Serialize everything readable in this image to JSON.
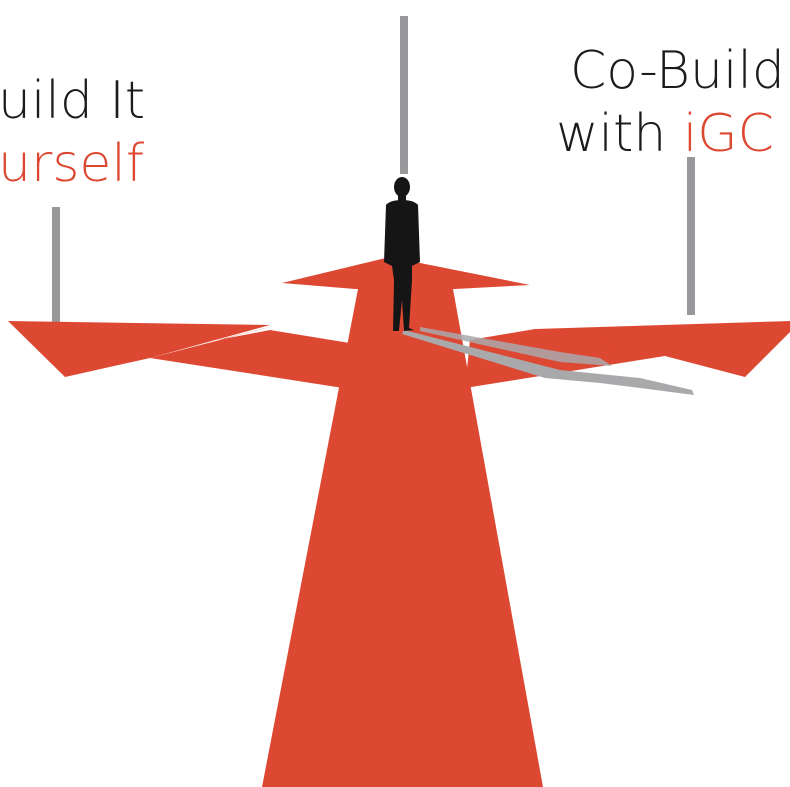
{
  "colors": {
    "arrow": "#dd4832",
    "text_dark": "#1c1c1c",
    "accent_text": "#dd4832",
    "pole": "#98989a",
    "figure": "#151515",
    "shadow": "#a9a9ab"
  },
  "left_sign": {
    "line1": "uild It",
    "line2": "urself"
  },
  "right_sign": {
    "line1": "Co-Build",
    "line2_prefix": "with ",
    "line2_accent": "iGC"
  }
}
